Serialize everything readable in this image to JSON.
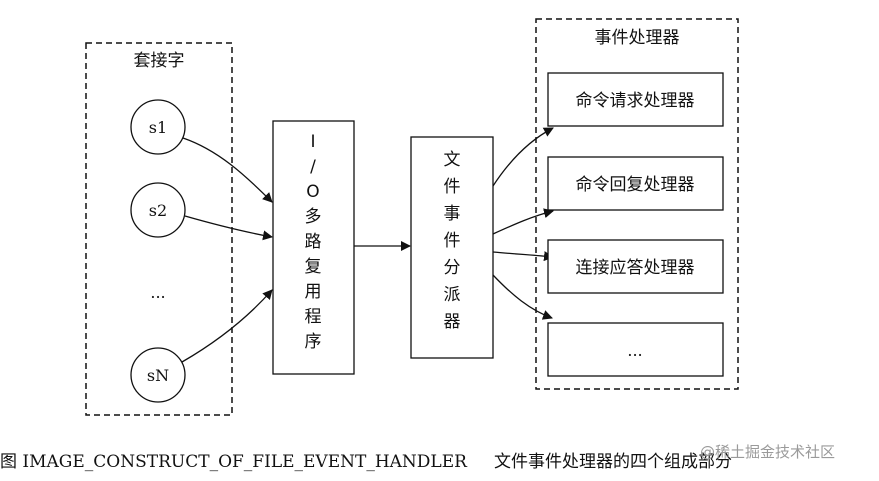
{
  "socket_group": {
    "title": "套接字",
    "sockets": [
      "s1",
      "s2",
      "...",
      "sN"
    ]
  },
  "io_multiplexer": {
    "label": [
      "I",
      "/",
      "O",
      "多",
      "路",
      "复",
      "用",
      "程",
      "序"
    ]
  },
  "dispatcher": {
    "label": [
      "文",
      "件",
      "事",
      "件",
      "分",
      "派",
      "器"
    ]
  },
  "handler_group": {
    "title": "事件处理器",
    "handlers": [
      "命令请求处理器",
      "命令回复处理器",
      "连接应答处理器",
      "..."
    ]
  },
  "caption": {
    "prefix": "图",
    "id": "IMAGE_CONSTRUCT_OF_FILE_EVENT_HANDLER",
    "text": "文件事件处理器的四个组成部分"
  },
  "watermark": "@稀土掘金技术社区"
}
